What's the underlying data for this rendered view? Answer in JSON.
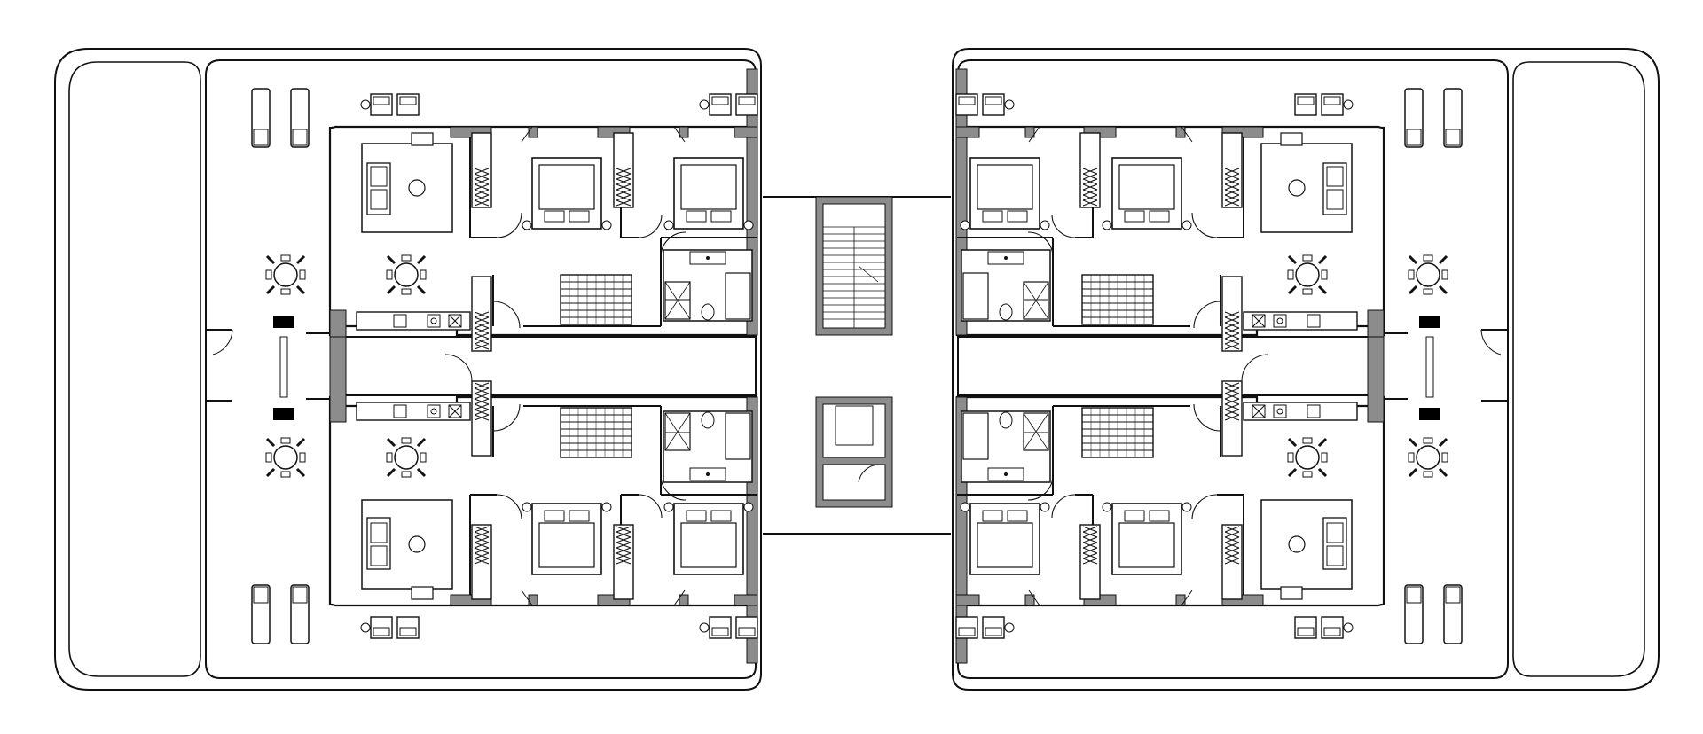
{
  "drawing": {
    "kind": "architectural floor plan",
    "annotations": []
  },
  "palette": {
    "line": "#111111",
    "wall": "#8c8c8c",
    "wall_dark": "#555555",
    "fill": "#ffffff",
    "equipment": "#000000"
  },
  "units": [
    {
      "id": "nw",
      "rooms": [
        "living-room",
        "bedroom",
        "bedroom",
        "bathroom",
        "kitchen",
        "stair"
      ]
    },
    {
      "id": "sw",
      "rooms": [
        "living-room",
        "bedroom",
        "bedroom",
        "bathroom",
        "kitchen",
        "stair"
      ]
    },
    {
      "id": "ne",
      "rooms": [
        "living-room",
        "bedroom",
        "bedroom",
        "bathroom",
        "kitchen",
        "stair"
      ]
    },
    {
      "id": "se",
      "rooms": [
        "living-room",
        "bedroom",
        "bedroom",
        "bathroom",
        "kitchen",
        "stair"
      ]
    }
  ],
  "core": {
    "elements": [
      "stair-core",
      "elevator-core"
    ]
  }
}
